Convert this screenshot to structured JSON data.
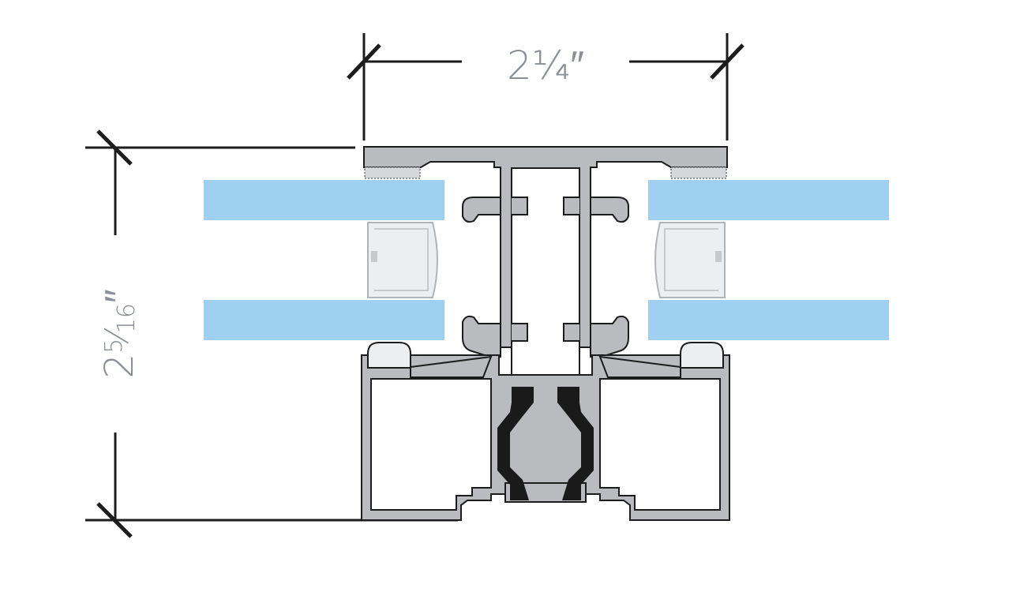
{
  "dimensions": {
    "width_label": {
      "whole": "2",
      "frac": "¼",
      "unit": "″"
    },
    "height_label": {
      "whole": "2",
      "num": "5",
      "slash": "⁄",
      "den": "16",
      "unit": "″"
    }
  },
  "colors": {
    "glass": "#9fd0f2",
    "aluminum": "#b9bbbe",
    "outline": "#1c1c1c",
    "gasket": "#1a1a1a",
    "spacer": "#eceef0",
    "dim_text": "#8a8f96"
  }
}
